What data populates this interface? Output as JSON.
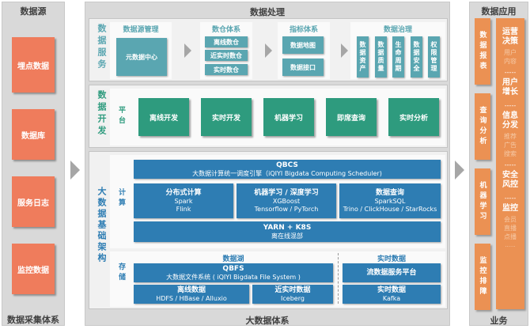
{
  "sources": {
    "title": "数据源",
    "footer": "数据采集体系",
    "items": [
      "埋点数据",
      "数据库",
      "服务日志",
      "监控数据"
    ]
  },
  "processing": {
    "title": "数据处理",
    "footer": "大数据体系",
    "data_service": {
      "label": "数据服务",
      "source_mgmt": {
        "title": "数据源管理",
        "item": "元数据中心"
      },
      "warehouse": {
        "title": "数仓体系",
        "items": [
          "离线数仓",
          "近实时数仓",
          "实时数仓"
        ]
      },
      "metrics": {
        "title": "指标体系",
        "items": [
          "数据地图",
          "数据接口"
        ]
      },
      "governance": {
        "title": "数据治理",
        "items": [
          "数据资产",
          "数据质量",
          "生命周期",
          "数据安全",
          "权限管理"
        ]
      }
    },
    "data_dev": {
      "label": "数据开发",
      "platform_label": "平台",
      "items": [
        "离线开发",
        "实时开发",
        "机器学习",
        "即席查询",
        "实时分析"
      ]
    },
    "infra": {
      "label": "大数据基础架构",
      "compute_label": "计算",
      "storage_label": "存储",
      "qbcs": {
        "title": "QBCS",
        "desc": "大数据计算统一调度引擎（iQIYI Bigdata Computing Scheduler)"
      },
      "compute_boxes": [
        {
          "title": "分布式计算",
          "lines": [
            "Spark",
            "Flink"
          ]
        },
        {
          "title": "机器学习 / 深度学习",
          "lines": [
            "XGBoost",
            "Tensorflow / PyTorch"
          ]
        },
        {
          "title": "数据查询",
          "lines": [
            "SparkSQL",
            "Trino / ClickHouse / StarRocks"
          ]
        }
      ],
      "yarn": {
        "title": "YARN + K8S",
        "desc": "离在线混部"
      },
      "lake": {
        "title": "数据湖",
        "qbfs": {
          "title": "QBFS",
          "desc": "大数据文件系统 ( iQIYI Bigdata File System )"
        },
        "offline": {
          "title": "离线数据",
          "desc": "HDFS / HBase /  Alluxio"
        },
        "near_realtime": {
          "title": "近实时数据",
          "desc": "Iceberg"
        }
      },
      "realtime": {
        "title": "实时数据",
        "stream": {
          "title": "流数据服务平台"
        },
        "data": {
          "title": "实时数据",
          "desc": "Kafka"
        }
      }
    }
  },
  "applications": {
    "title": "数据应用",
    "footer": "业务",
    "tools": [
      "数据报表",
      "查询分析",
      "机器学习",
      "监控排障"
    ],
    "business": [
      {
        "title": "运营决策",
        "subs": [
          "用户",
          "内容"
        ]
      },
      {
        "title": "用户增长",
        "subs": []
      },
      {
        "title": "信息分发",
        "subs": [
          "推荐",
          "广告",
          "搜索"
        ]
      },
      {
        "title": "安全风控",
        "subs": []
      },
      {
        "title": "监控",
        "subs": [
          "会员",
          "直播",
          "点播",
          "......"
        ]
      }
    ],
    "separator": "-----"
  },
  "colors": {
    "source_orange": "#ef7c5c",
    "service_teal": "#5aa6b1",
    "dev_green": "#2e9b7e",
    "infra_blue": "#2e7db3",
    "app_orange": "#eb9153"
  }
}
